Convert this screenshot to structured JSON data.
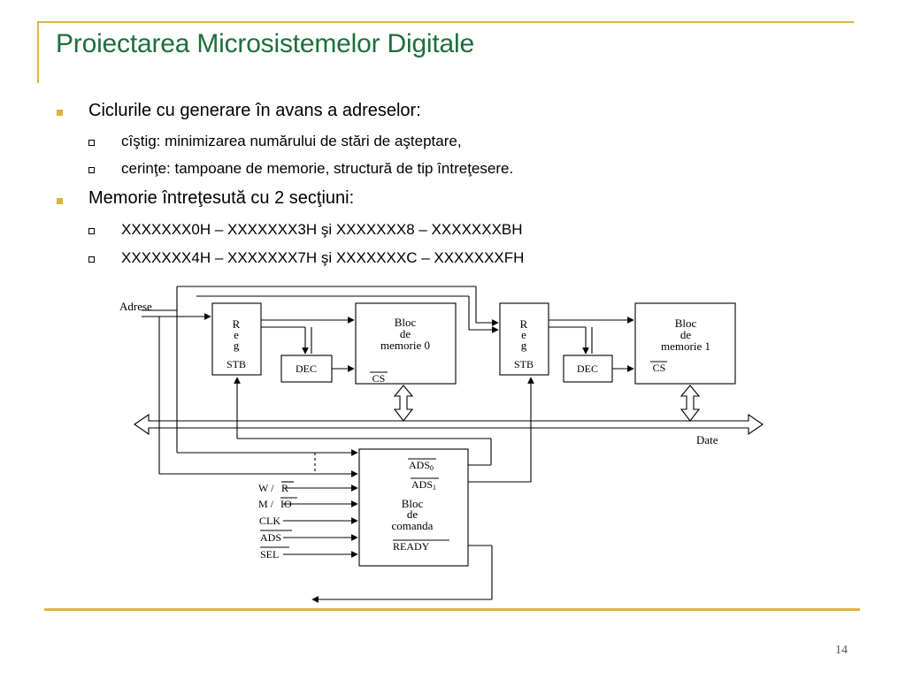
{
  "slide": {
    "title": "Proiectarea Microsistemelor Digitale",
    "page_number": "14",
    "bullets": [
      {
        "level": 1,
        "text": "Ciclurile cu generare în avans a adreselor:"
      },
      {
        "level": 2,
        "text": "cîştig: minimizarea numărului de stări de aşteptare,"
      },
      {
        "level": 2,
        "text": "cerinţe: tampoane de memorie, structură de tip întreţesere."
      },
      {
        "level": 1,
        "text": "Memorie întreţesută cu 2 secţiuni:"
      },
      {
        "level": 2,
        "text": "XXXXXXX0H – XXXXXXX3H şi XXXXXXX8 – XXXXXXXBH"
      },
      {
        "level": 2,
        "text": "XXXXXXX4H – XXXXXXX7H şi XXXXXXXC – XXXXXXXFH"
      }
    ],
    "colors": {
      "title": "#1E6E3C",
      "accent": "#DDB43A",
      "bullet_l1": "#DDB43A"
    }
  },
  "diagram": {
    "adrese_label": "Adrese",
    "date_label": "Date",
    "reg0": {
      "line1": "R",
      "line2": "e",
      "line3": "g",
      "stb": "STB"
    },
    "reg1": {
      "line1": "R",
      "line2": "e",
      "line3": "g",
      "stb": "STB"
    },
    "dec0": "DEC",
    "dec1": "DEC",
    "mem0": {
      "line1": "Bloc",
      "line2": "de",
      "line3": "memorie 0",
      "cs": "CS"
    },
    "mem1": {
      "line1": "Bloc",
      "line2": "de",
      "line3": "memorie 1",
      "cs": "CS"
    },
    "ctrl": {
      "line1": "Bloc",
      "line2": "de",
      "line3": "comanda",
      "ads0": "ADS",
      "ads0_sub": "0",
      "ads1": "ADS",
      "ads1_sub": "1",
      "ready": "READY"
    },
    "inputs": {
      "wr_w": "W /",
      "wr_r": "R",
      "mio_m": "M /",
      "mio_io": "IO",
      "clk": "CLK",
      "ads": "ADS",
      "sel": "SEL"
    }
  }
}
